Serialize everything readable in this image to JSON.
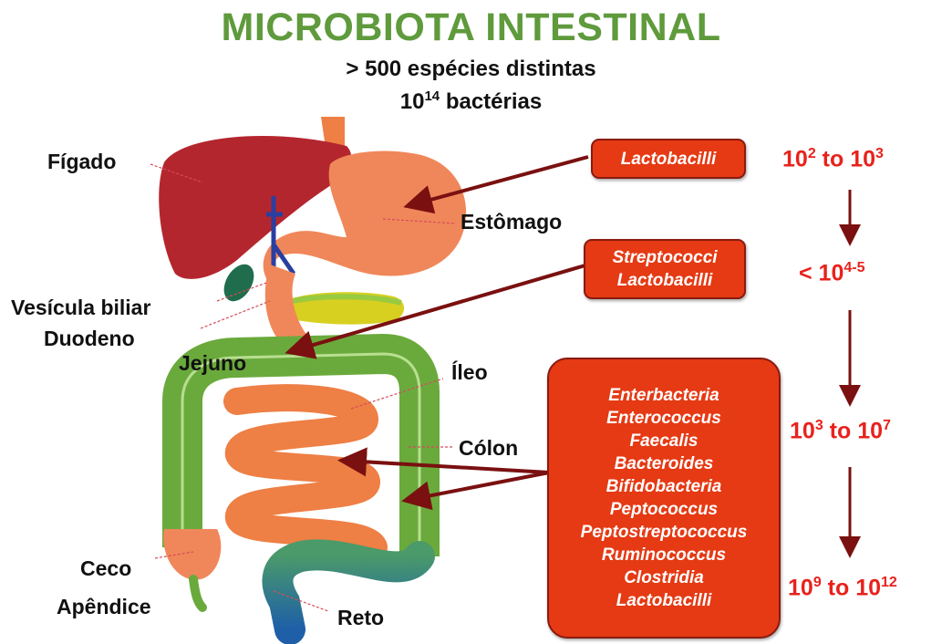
{
  "title": "MICROBIOTA INTESTINAL",
  "subtitle_species": "> 500 espécies distintas",
  "subtitle_bacteria": {
    "base": "10",
    "exp": "14",
    "rest": " bactérias"
  },
  "organ_labels": {
    "figado": "Fígado",
    "estomago": "Estômago",
    "vesicula": "Vesícula biliar",
    "duodeno": "Duodeno",
    "jejuno": "Jejuno",
    "ileo": "Íleo",
    "colon": "Cólon",
    "ceco": "Ceco",
    "apendice": "Apêndice",
    "reto": "Reto"
  },
  "bacteria_boxes": {
    "stomach": [
      "Lactobacilli"
    ],
    "jejunum": [
      "Streptococci",
      "Lactobacilli"
    ],
    "colon": [
      "Enterbacteria",
      "Enterococcus",
      "Faecalis",
      "Bacteroides",
      "Bifidobacteria",
      "Peptococcus",
      "Peptostreptococcus",
      "Ruminococcus",
      "Clostridia",
      "Lactobacilli"
    ]
  },
  "counts": {
    "stomach": {
      "a": "10",
      "a_exp": "2",
      "mid": " to ",
      "b": "10",
      "b_exp": "3"
    },
    "jejunum": {
      "a": "< 10",
      "a_exp": "4-5"
    },
    "colon_upper": {
      "a": "10",
      "a_exp": "3",
      "mid": " to ",
      "b": "10",
      "b_exp": "7"
    },
    "colon_lower": {
      "a": "10",
      "a_exp": "9",
      "mid": " to ",
      "b": "10",
      "b_exp": "12"
    }
  },
  "colors": {
    "title_green": "#5f9a3c",
    "box_red": "#e53a14",
    "count_red": "#e8221c",
    "arrow_dark_red": "#7a1010",
    "liver": "#b4262e",
    "stomach": "#f0875a",
    "colon_green": "#6aaa3c",
    "small_intestine": "#ee7f45"
  }
}
